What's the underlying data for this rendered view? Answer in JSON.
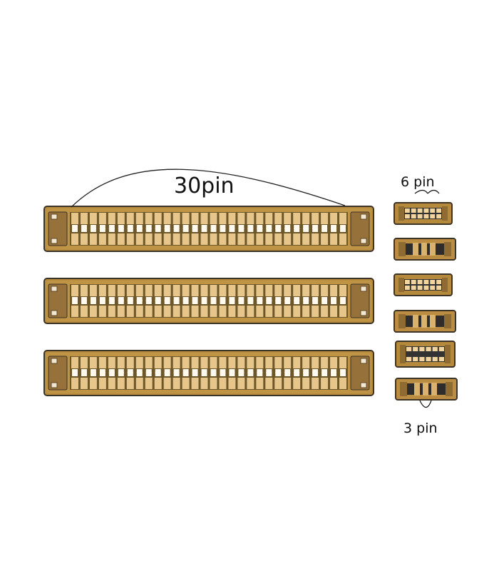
{
  "labels": {
    "large": "30pin",
    "small_top": "6 pin",
    "small_bottom": "3 pin"
  },
  "connectors": {
    "large_count": 3,
    "small_count": 6,
    "large_pins_per_row": 30,
    "small_pins_per_row": 6
  },
  "colors": {
    "body": "#b88d40",
    "shell": "#96713a",
    "pin": "#e7c68b",
    "gap": "#333333",
    "outline": "#3d3326",
    "slot": "#4b4a47"
  }
}
